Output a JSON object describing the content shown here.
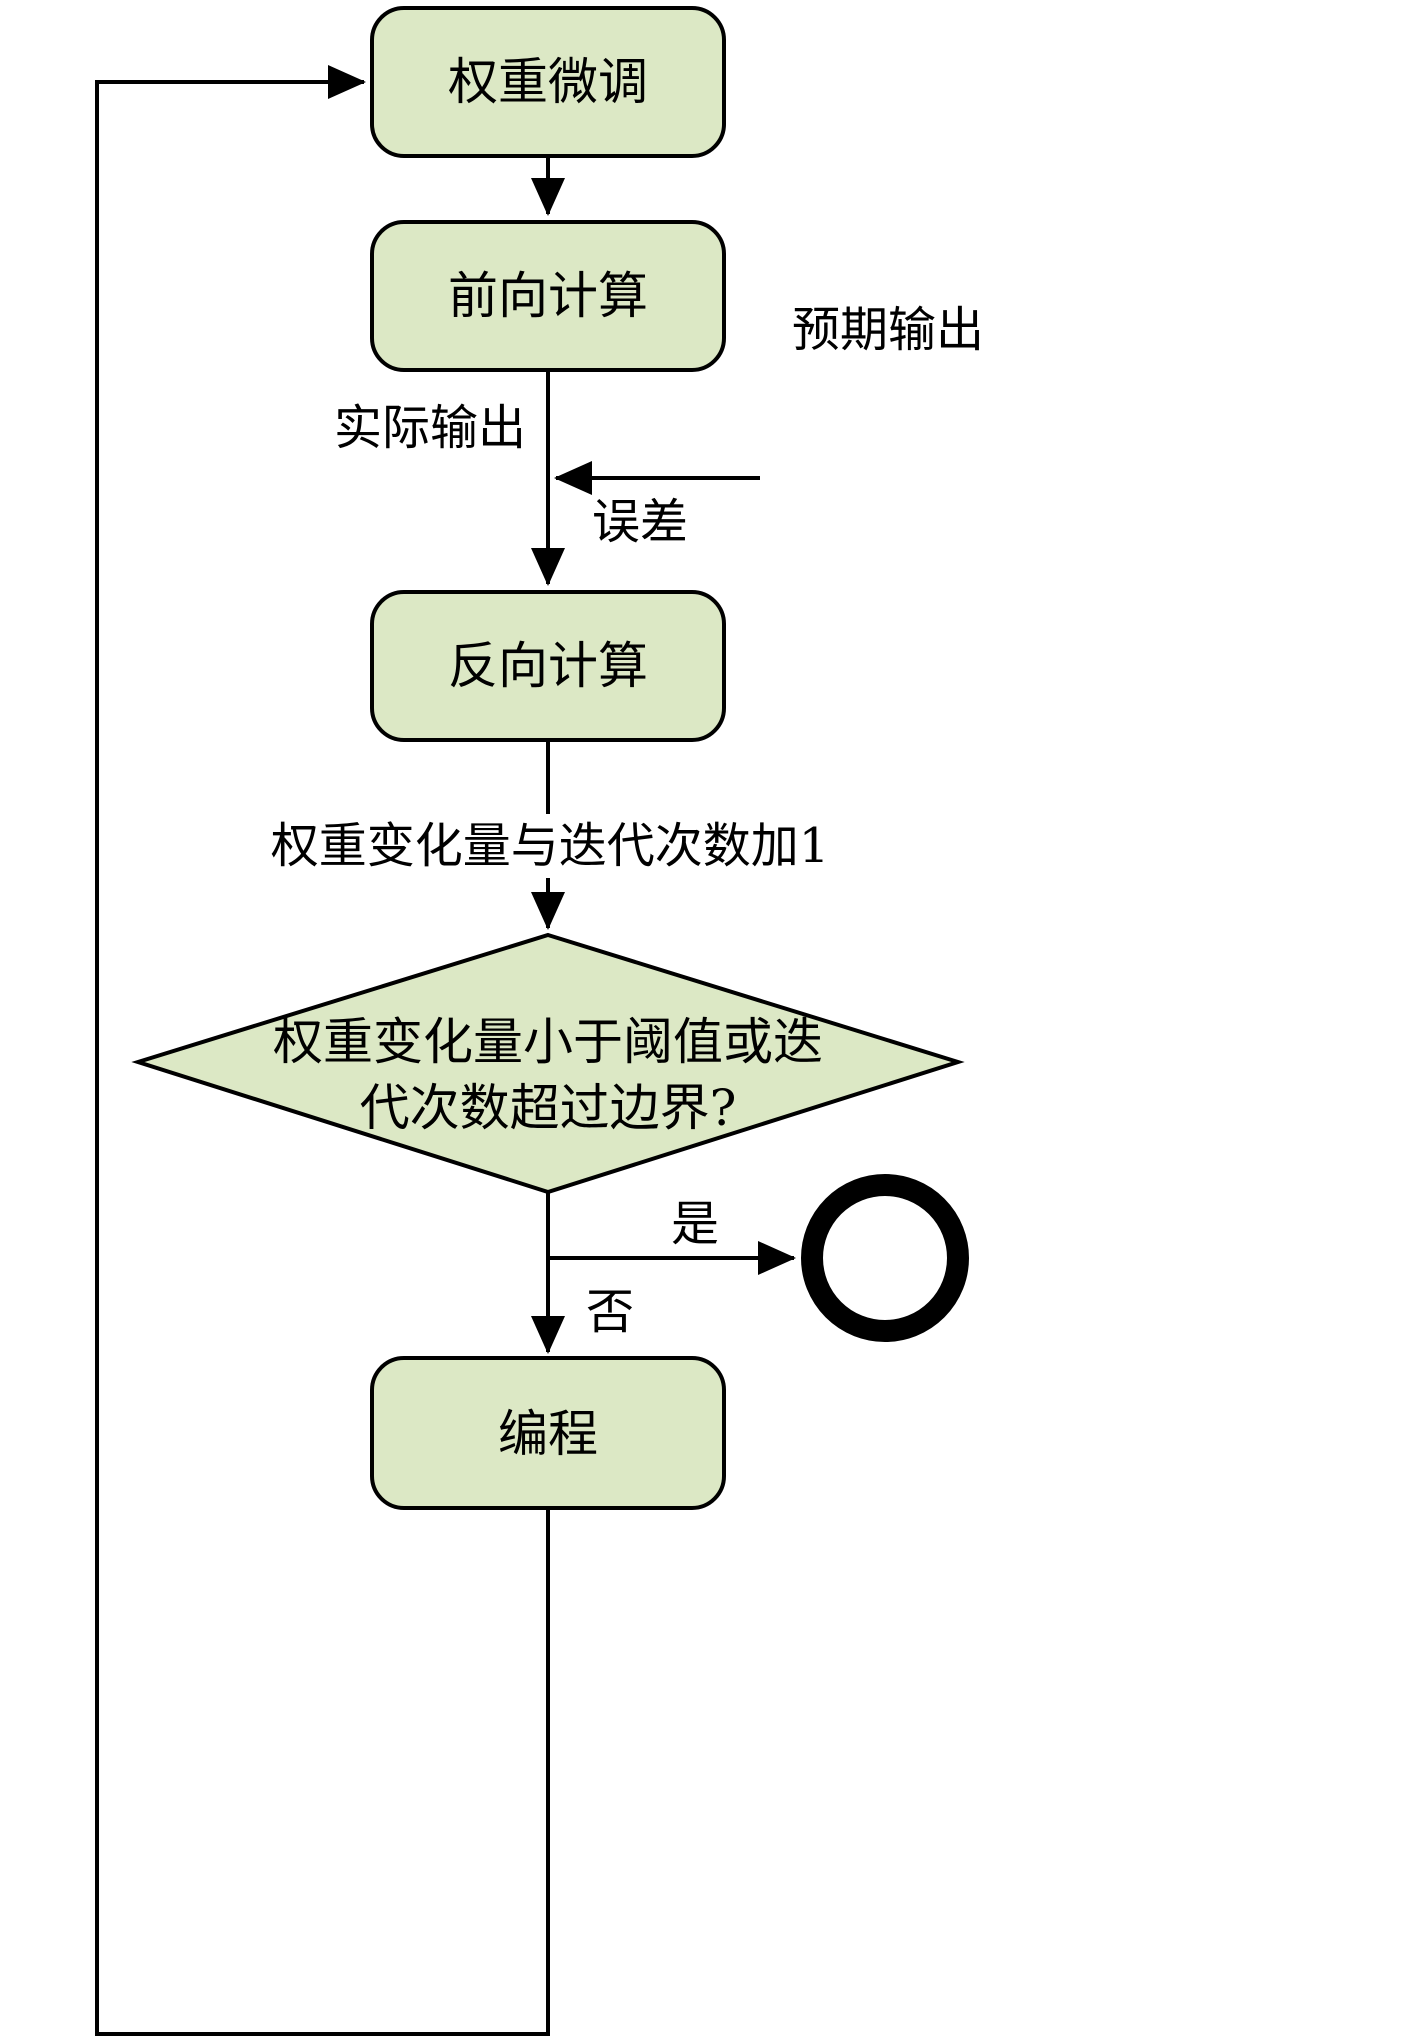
{
  "diagram": {
    "nodes": {
      "weight_tune": "权重微调",
      "forward_calc": "前向计算",
      "backward_calc": "反向计算",
      "decision_line1": "权重变化量小于阈值或迭",
      "decision_line2": "代次数超过边界?",
      "program": "编程"
    },
    "edge_labels": {
      "expected_output": "预期输出",
      "actual_output": "实际输出",
      "error": "误差",
      "weight_change_note": "权重变化量与迭代次数加1",
      "yes": "是",
      "no": "否"
    },
    "colors": {
      "node_fill": "#dce8c5",
      "line": "#000000",
      "background": "#ffffff"
    }
  }
}
